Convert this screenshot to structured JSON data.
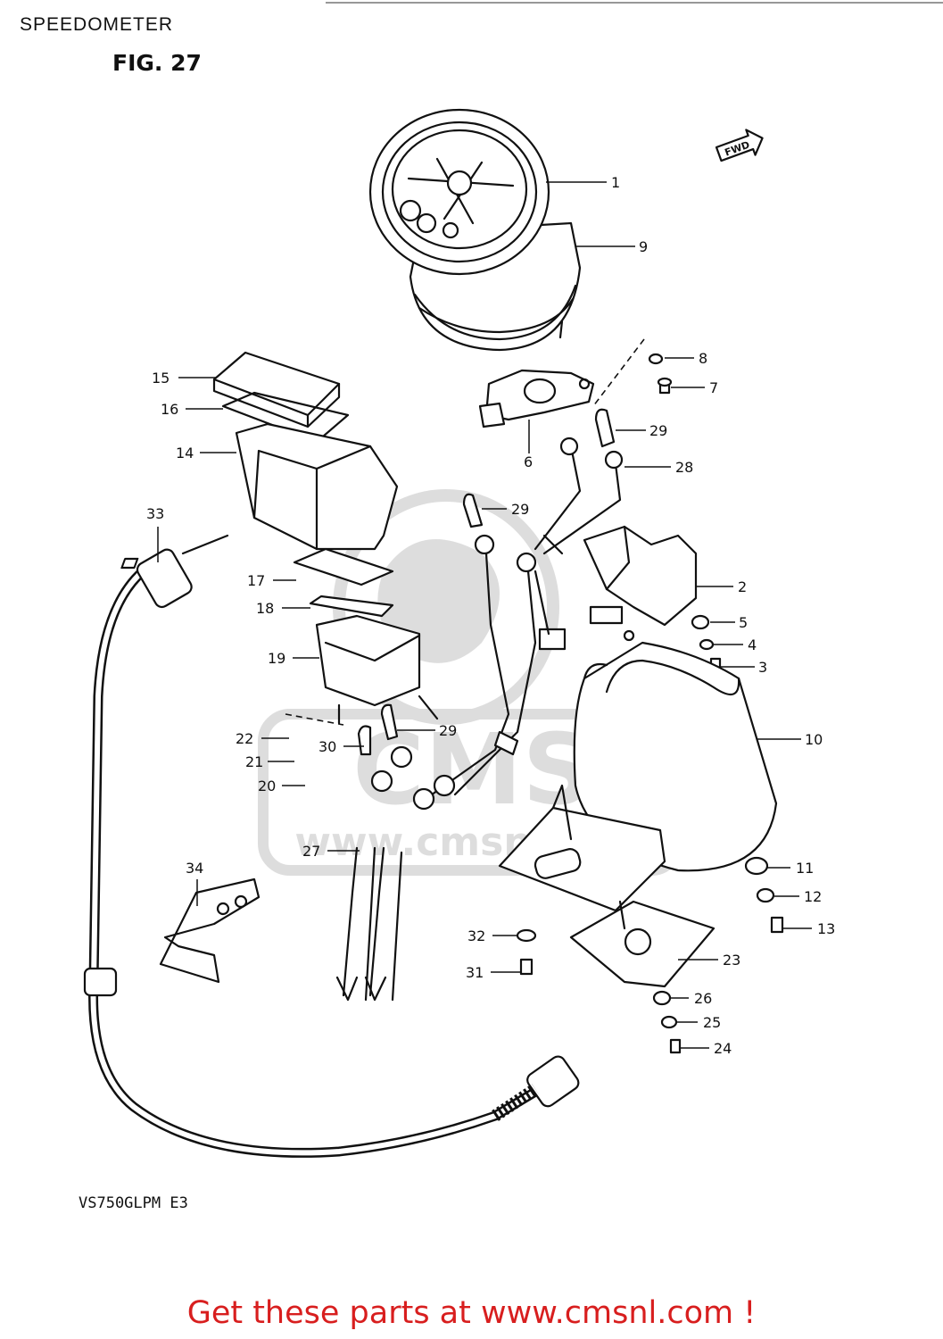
{
  "header": {
    "title": "SPEEDOMETER",
    "figure": "FIG. 27"
  },
  "fwd_label": "FWD",
  "model_code": "VS750GLPM  E3",
  "watermark": {
    "brand": "CMS",
    "url": "www.cmsnl.com"
  },
  "footer": {
    "cta": "Get these parts at www.cmsnl.com !"
  },
  "callouts": [
    "1",
    "9",
    "8",
    "7",
    "15",
    "16",
    "29",
    "6",
    "14",
    "28",
    "33",
    "29",
    "17",
    "2",
    "18",
    "5",
    "4",
    "19",
    "3",
    "29",
    "22",
    "30",
    "10",
    "21",
    "20",
    "27",
    "11",
    "34",
    "12",
    "13",
    "32",
    "23",
    "31",
    "26",
    "25",
    "24"
  ],
  "colors": {
    "ink": "#111111",
    "cta": "#d81e1e",
    "paper": "#ffffff"
  }
}
